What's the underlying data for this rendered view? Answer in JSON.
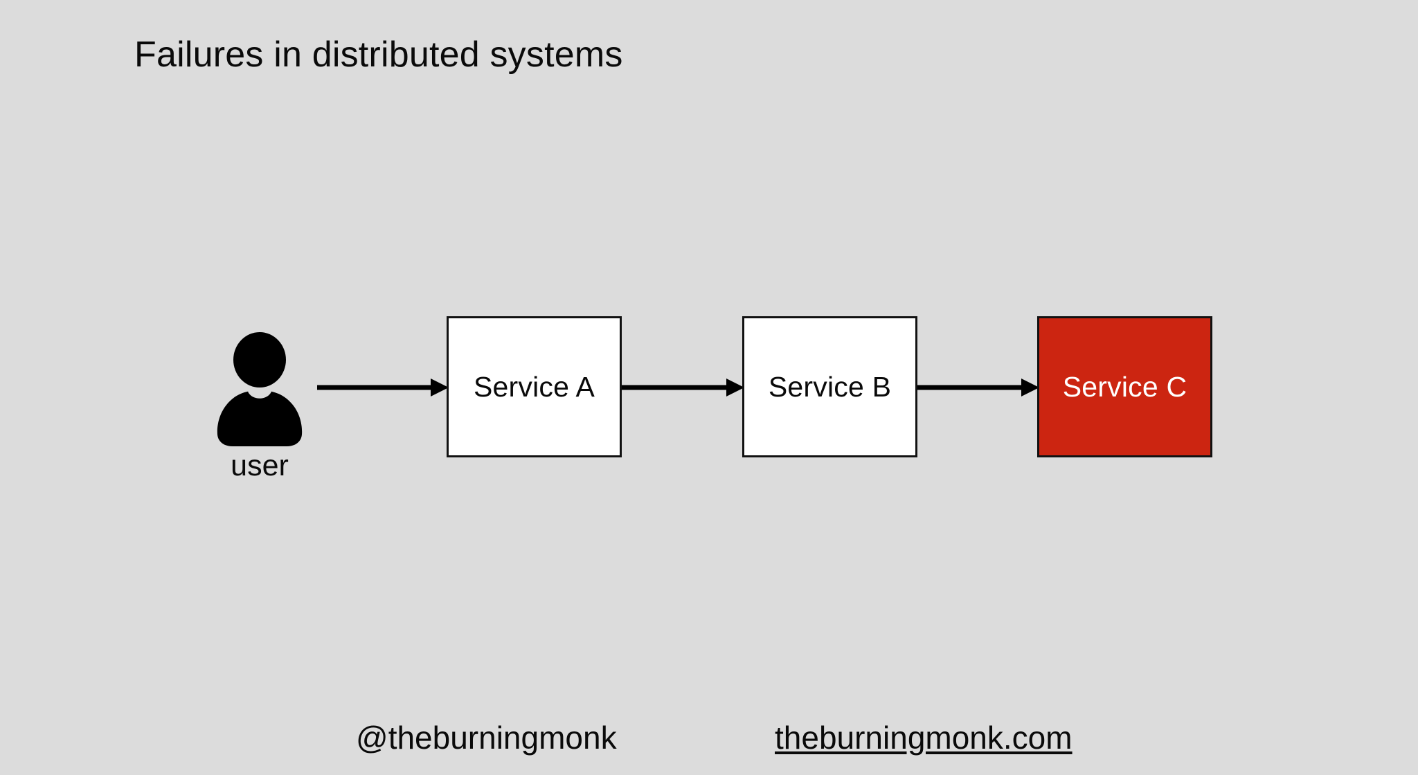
{
  "slide": {
    "title": "Failures in distributed systems",
    "background_color": "#dcdcdc",
    "text_color": "#0a0a0a"
  },
  "diagram": {
    "type": "flow",
    "actor": {
      "icon": "user-person-icon",
      "label": "user"
    },
    "nodes": [
      {
        "id": "service-a",
        "label": "Service A",
        "state": "healthy",
        "fill": "#ffffff",
        "text_color": "#0a0a0a",
        "border_color": "#111111"
      },
      {
        "id": "service-b",
        "label": "Service B",
        "state": "healthy",
        "fill": "#ffffff",
        "text_color": "#0a0a0a",
        "border_color": "#111111"
      },
      {
        "id": "service-c",
        "label": "Service C",
        "state": "failed",
        "fill": "#cc2511",
        "text_color": "#ffffff",
        "border_color": "#111111"
      }
    ],
    "edges": [
      {
        "id": "edge-user-a",
        "from": "user",
        "to": "service-a",
        "style": "solid-arrow",
        "color": "#000000"
      },
      {
        "id": "edge-a-b",
        "from": "service-a",
        "to": "service-b",
        "style": "solid-arrow",
        "color": "#000000"
      },
      {
        "id": "edge-b-c",
        "from": "service-b",
        "to": "service-c",
        "style": "solid-arrow",
        "color": "#000000"
      }
    ]
  },
  "footer": {
    "handle": "@theburningmonk",
    "website": "theburningmonk.com"
  }
}
